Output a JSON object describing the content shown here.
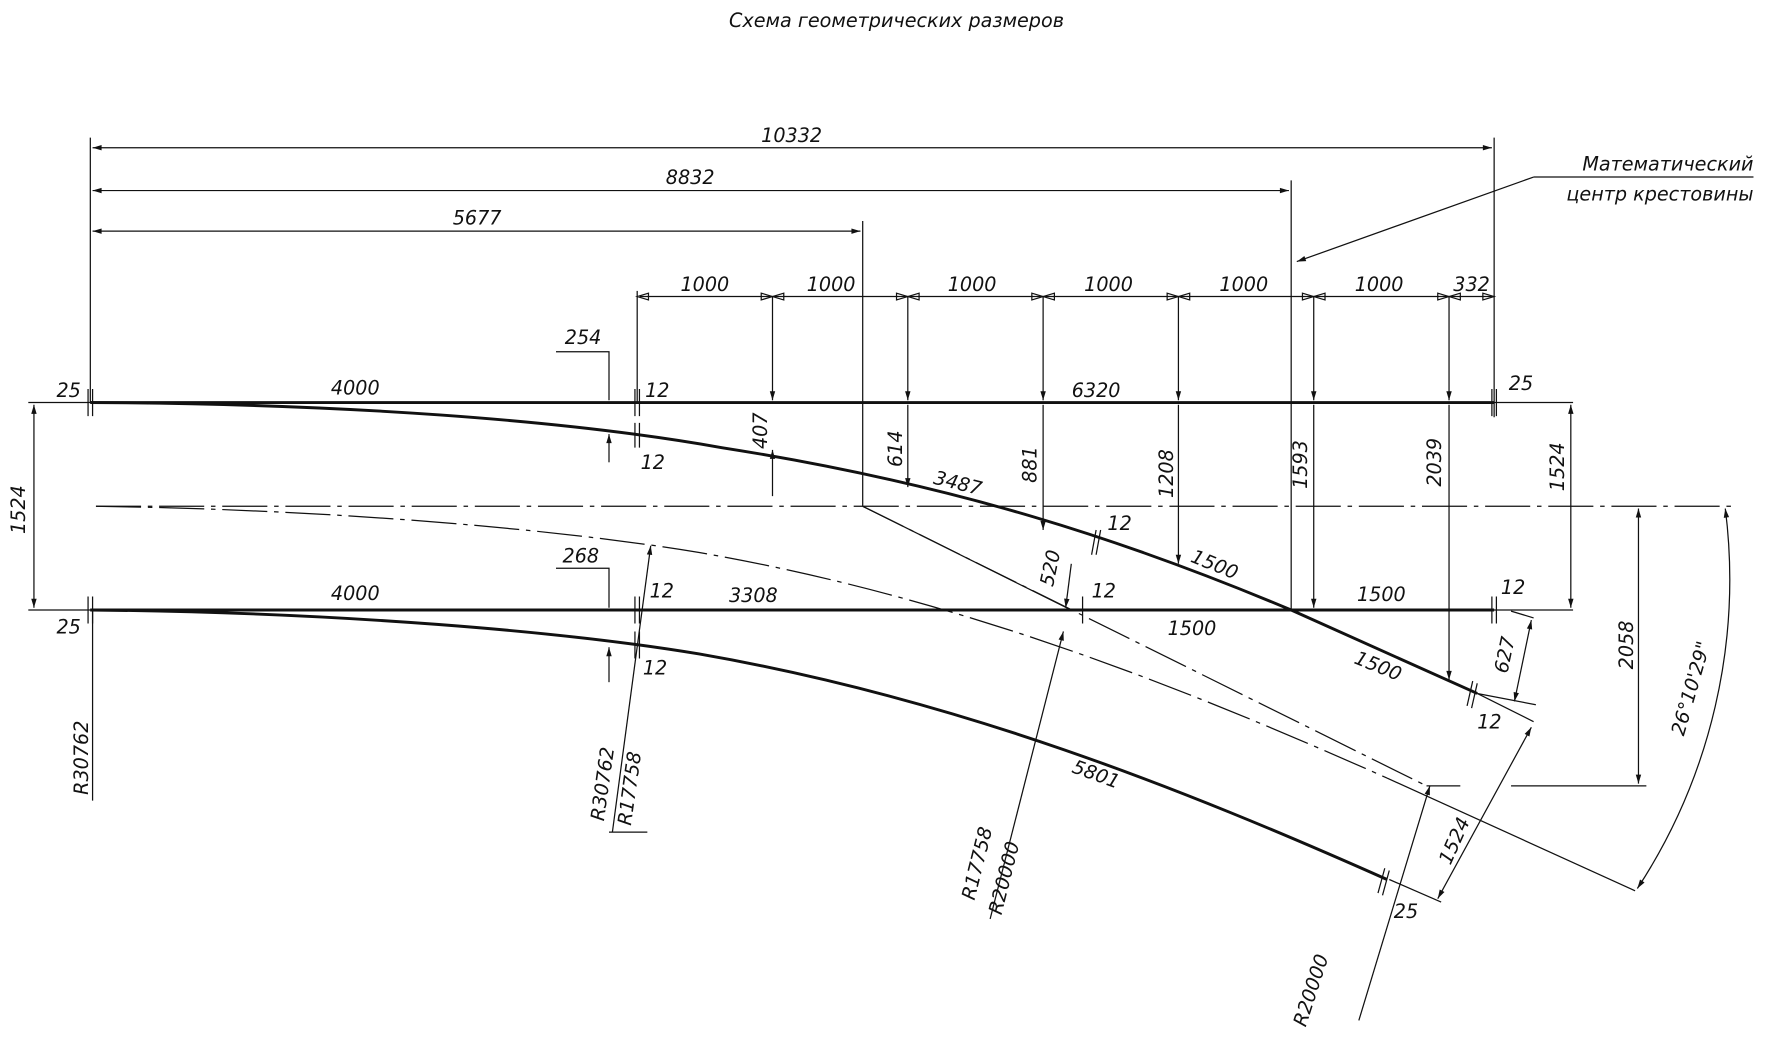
{
  "title": "Схема геометрических размеров",
  "callout": {
    "line1": "Математический",
    "line2": "центр крестовины"
  },
  "overall": {
    "total": "10332",
    "to_center": "8832",
    "to_theor": "5677"
  },
  "stations": [
    "1000",
    "1000",
    "1000",
    "1000",
    "1000",
    "1000",
    "332"
  ],
  "ordinates": {
    "o407": "407",
    "o614": "614",
    "o881": "881",
    "o1208": "1208",
    "o1593": "1593",
    "o2039": "2039"
  },
  "gauge": {
    "left": "1524",
    "right": "1524",
    "diag": "1524",
    "d2058": "2058",
    "d627": "627",
    "d520": "520"
  },
  "angle": "26°10'29\"",
  "rails": {
    "a25_tl": "25",
    "a25_tr": "25",
    "a25_bl": "25",
    "a25_end": "25",
    "l4000_top": "4000",
    "l4000_bot": "4000",
    "l6320": "6320",
    "l3487": "3487",
    "l3308": "3308",
    "l1500_a": "1500",
    "l1500_b": "1500",
    "l1500_c": "1500",
    "l1500_d": "1500",
    "l5801": "5801",
    "g12_1": "12",
    "g12_2": "12",
    "g12_3": "12",
    "g12_4": "12",
    "g12_5": "12",
    "g12_6": "12",
    "g12_7": "12",
    "g12_8": "12",
    "o254": "254",
    "o268": "268"
  },
  "radii": {
    "r_left": "R30762",
    "r_a1": "R30762",
    "r_a2": "R17758",
    "r_b1": "R17758",
    "r_b2": "R20000",
    "r_end": "R20000"
  }
}
